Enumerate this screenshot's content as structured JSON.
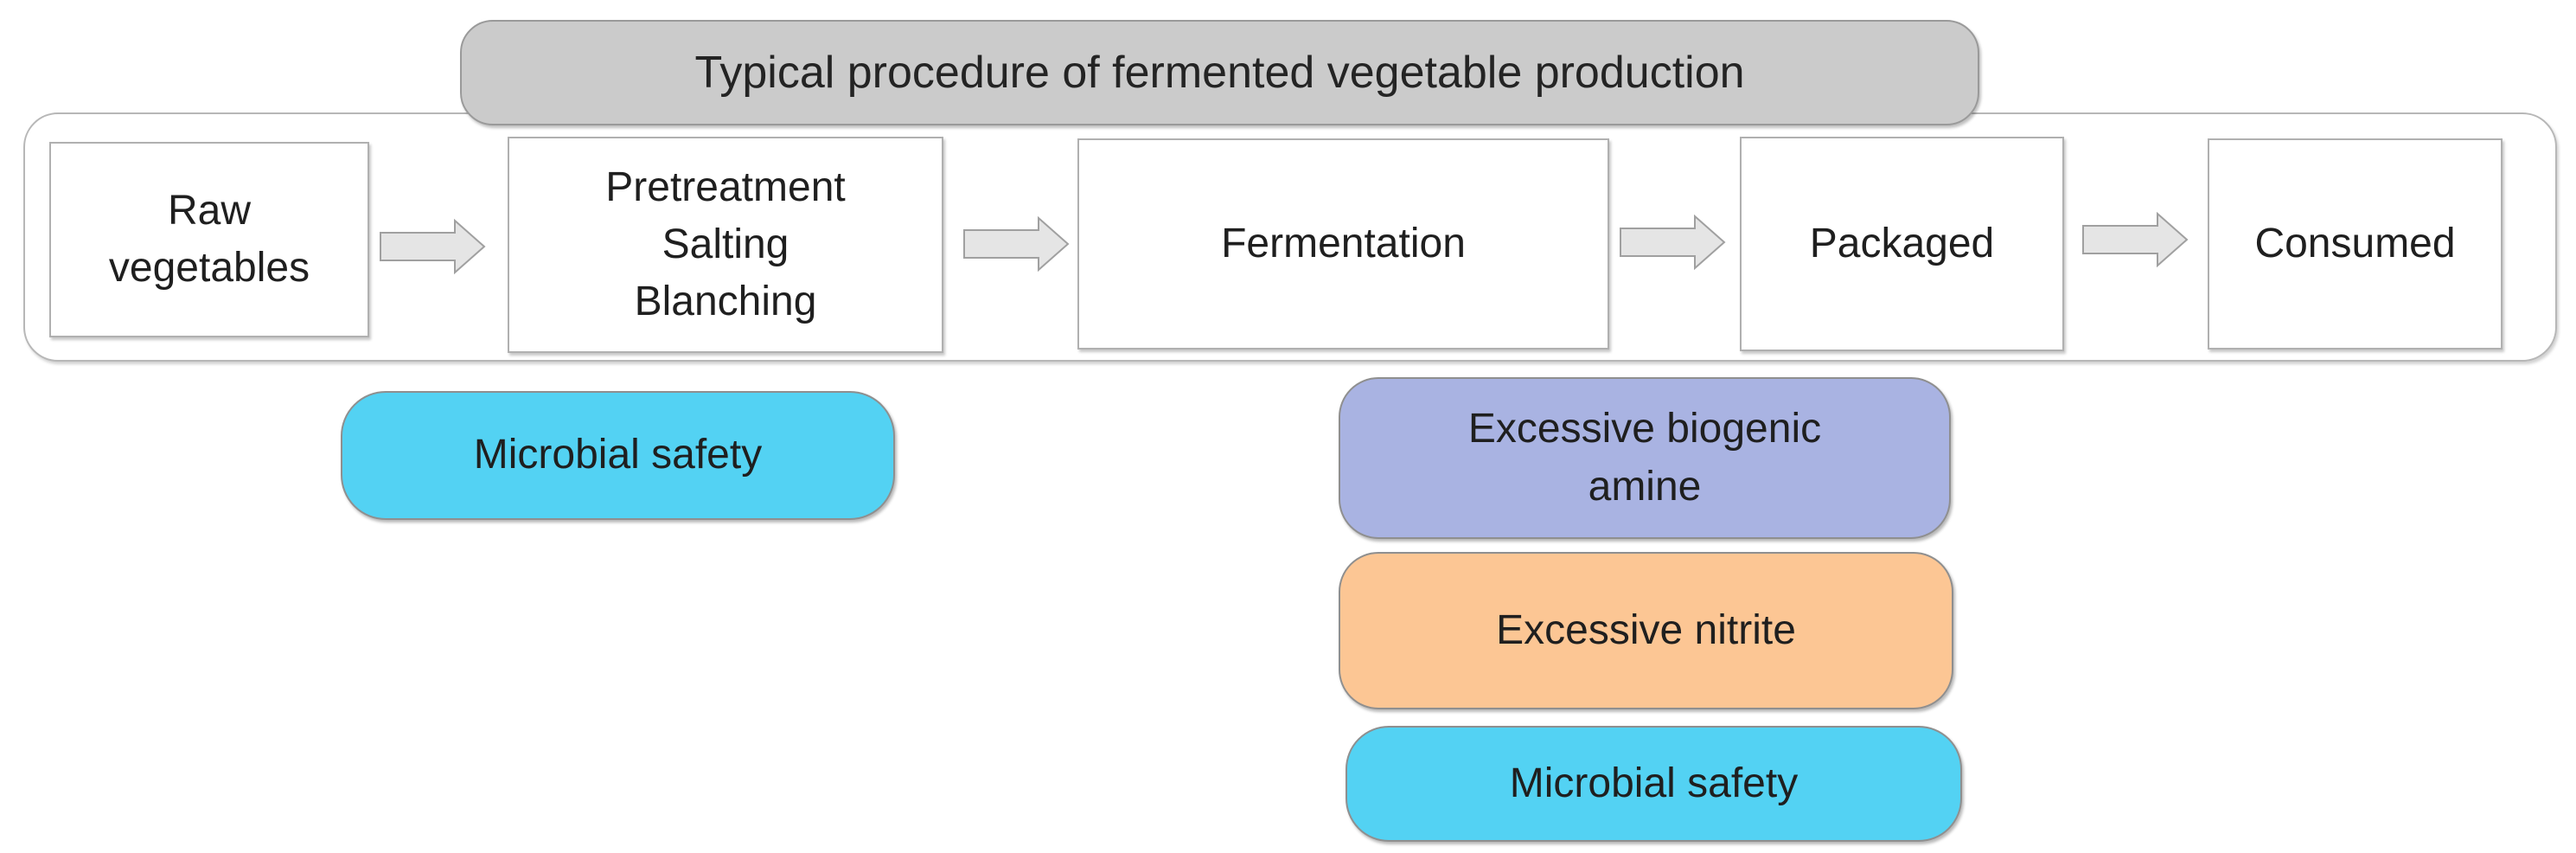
{
  "diagram": {
    "banner_title": "Typical procedure of fermented vegetable production",
    "steps": [
      {
        "label": "Raw\nvegetables"
      },
      {
        "label": "Pretreatment\nSalting\nBlanching"
      },
      {
        "label": "Fermentation"
      },
      {
        "label": "Packaged"
      },
      {
        "label": "Consumed"
      }
    ],
    "hazards": {
      "pretreatment": [
        {
          "label": "Microbial safety",
          "color": "#53d2f3"
        }
      ],
      "fermentation": [
        {
          "label": "Excessive biogenic\namine",
          "color": "#a9b3e2"
        },
        {
          "label": "Excessive nitrite",
          "color": "#fcc694"
        },
        {
          "label": "Microbial safety",
          "color": "#53d2f3"
        }
      ]
    },
    "colors": {
      "banner_fill": "#cbcbcb",
      "step_box_fill": "#ffffff",
      "arrow_fill": "#e5e5e5",
      "arrow_outline": "#a0a0a0",
      "microbial_safety": "#53d2f3",
      "biogenic_amine": "#a9b3e2",
      "excessive_nitrite": "#fcc694"
    }
  }
}
